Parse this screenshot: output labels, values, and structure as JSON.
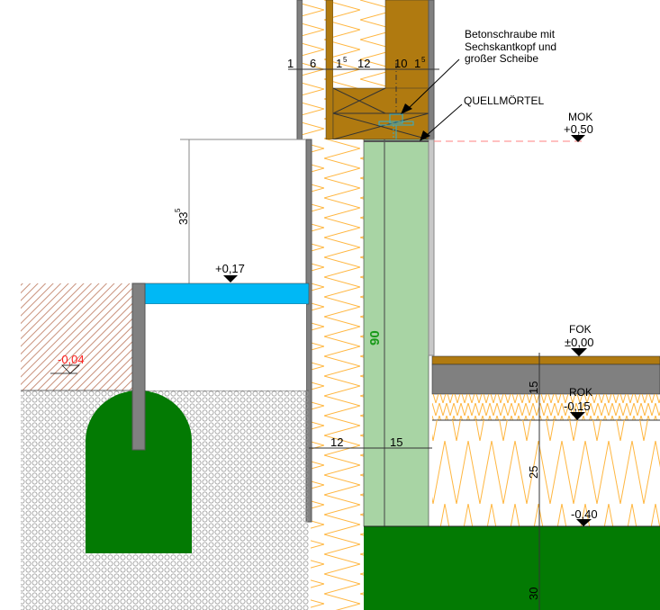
{
  "colors": {
    "timber": "#b07a10",
    "concrete_wall": "#a8d4a4",
    "concrete_base": "#037a03",
    "water": "#00b8f5",
    "screed": "#808080",
    "insulation_line": "#ffb640",
    "soil": "#c8907a",
    "level_red": "#ff2020"
  },
  "annotations": {
    "screw": [
      "Betonschraube mit",
      "Sechskantkopf und",
      "großer Scheibe"
    ],
    "mortar": "QUELLMÖRTEL"
  },
  "levels": {
    "mok": {
      "name": "MOK",
      "value": "+0,50"
    },
    "terrace": {
      "value": "+0,17"
    },
    "ground": {
      "value": "-0,04"
    },
    "fok": {
      "name": "FOK",
      "value": "±0,00"
    },
    "rok": {
      "name": "ROK",
      "value": "-0,15"
    },
    "base": {
      "value": "-0,40"
    }
  },
  "dimensions": {
    "wall_layers": [
      "1",
      "6",
      "1",
      "5",
      "12",
      "10",
      "1",
      "5"
    ],
    "height_step": [
      "33",
      "5"
    ],
    "wall_height": "90",
    "insulation_width": "12",
    "wall_width": "15",
    "screed": "15",
    "floor_insulation": "25",
    "slab": "30"
  }
}
